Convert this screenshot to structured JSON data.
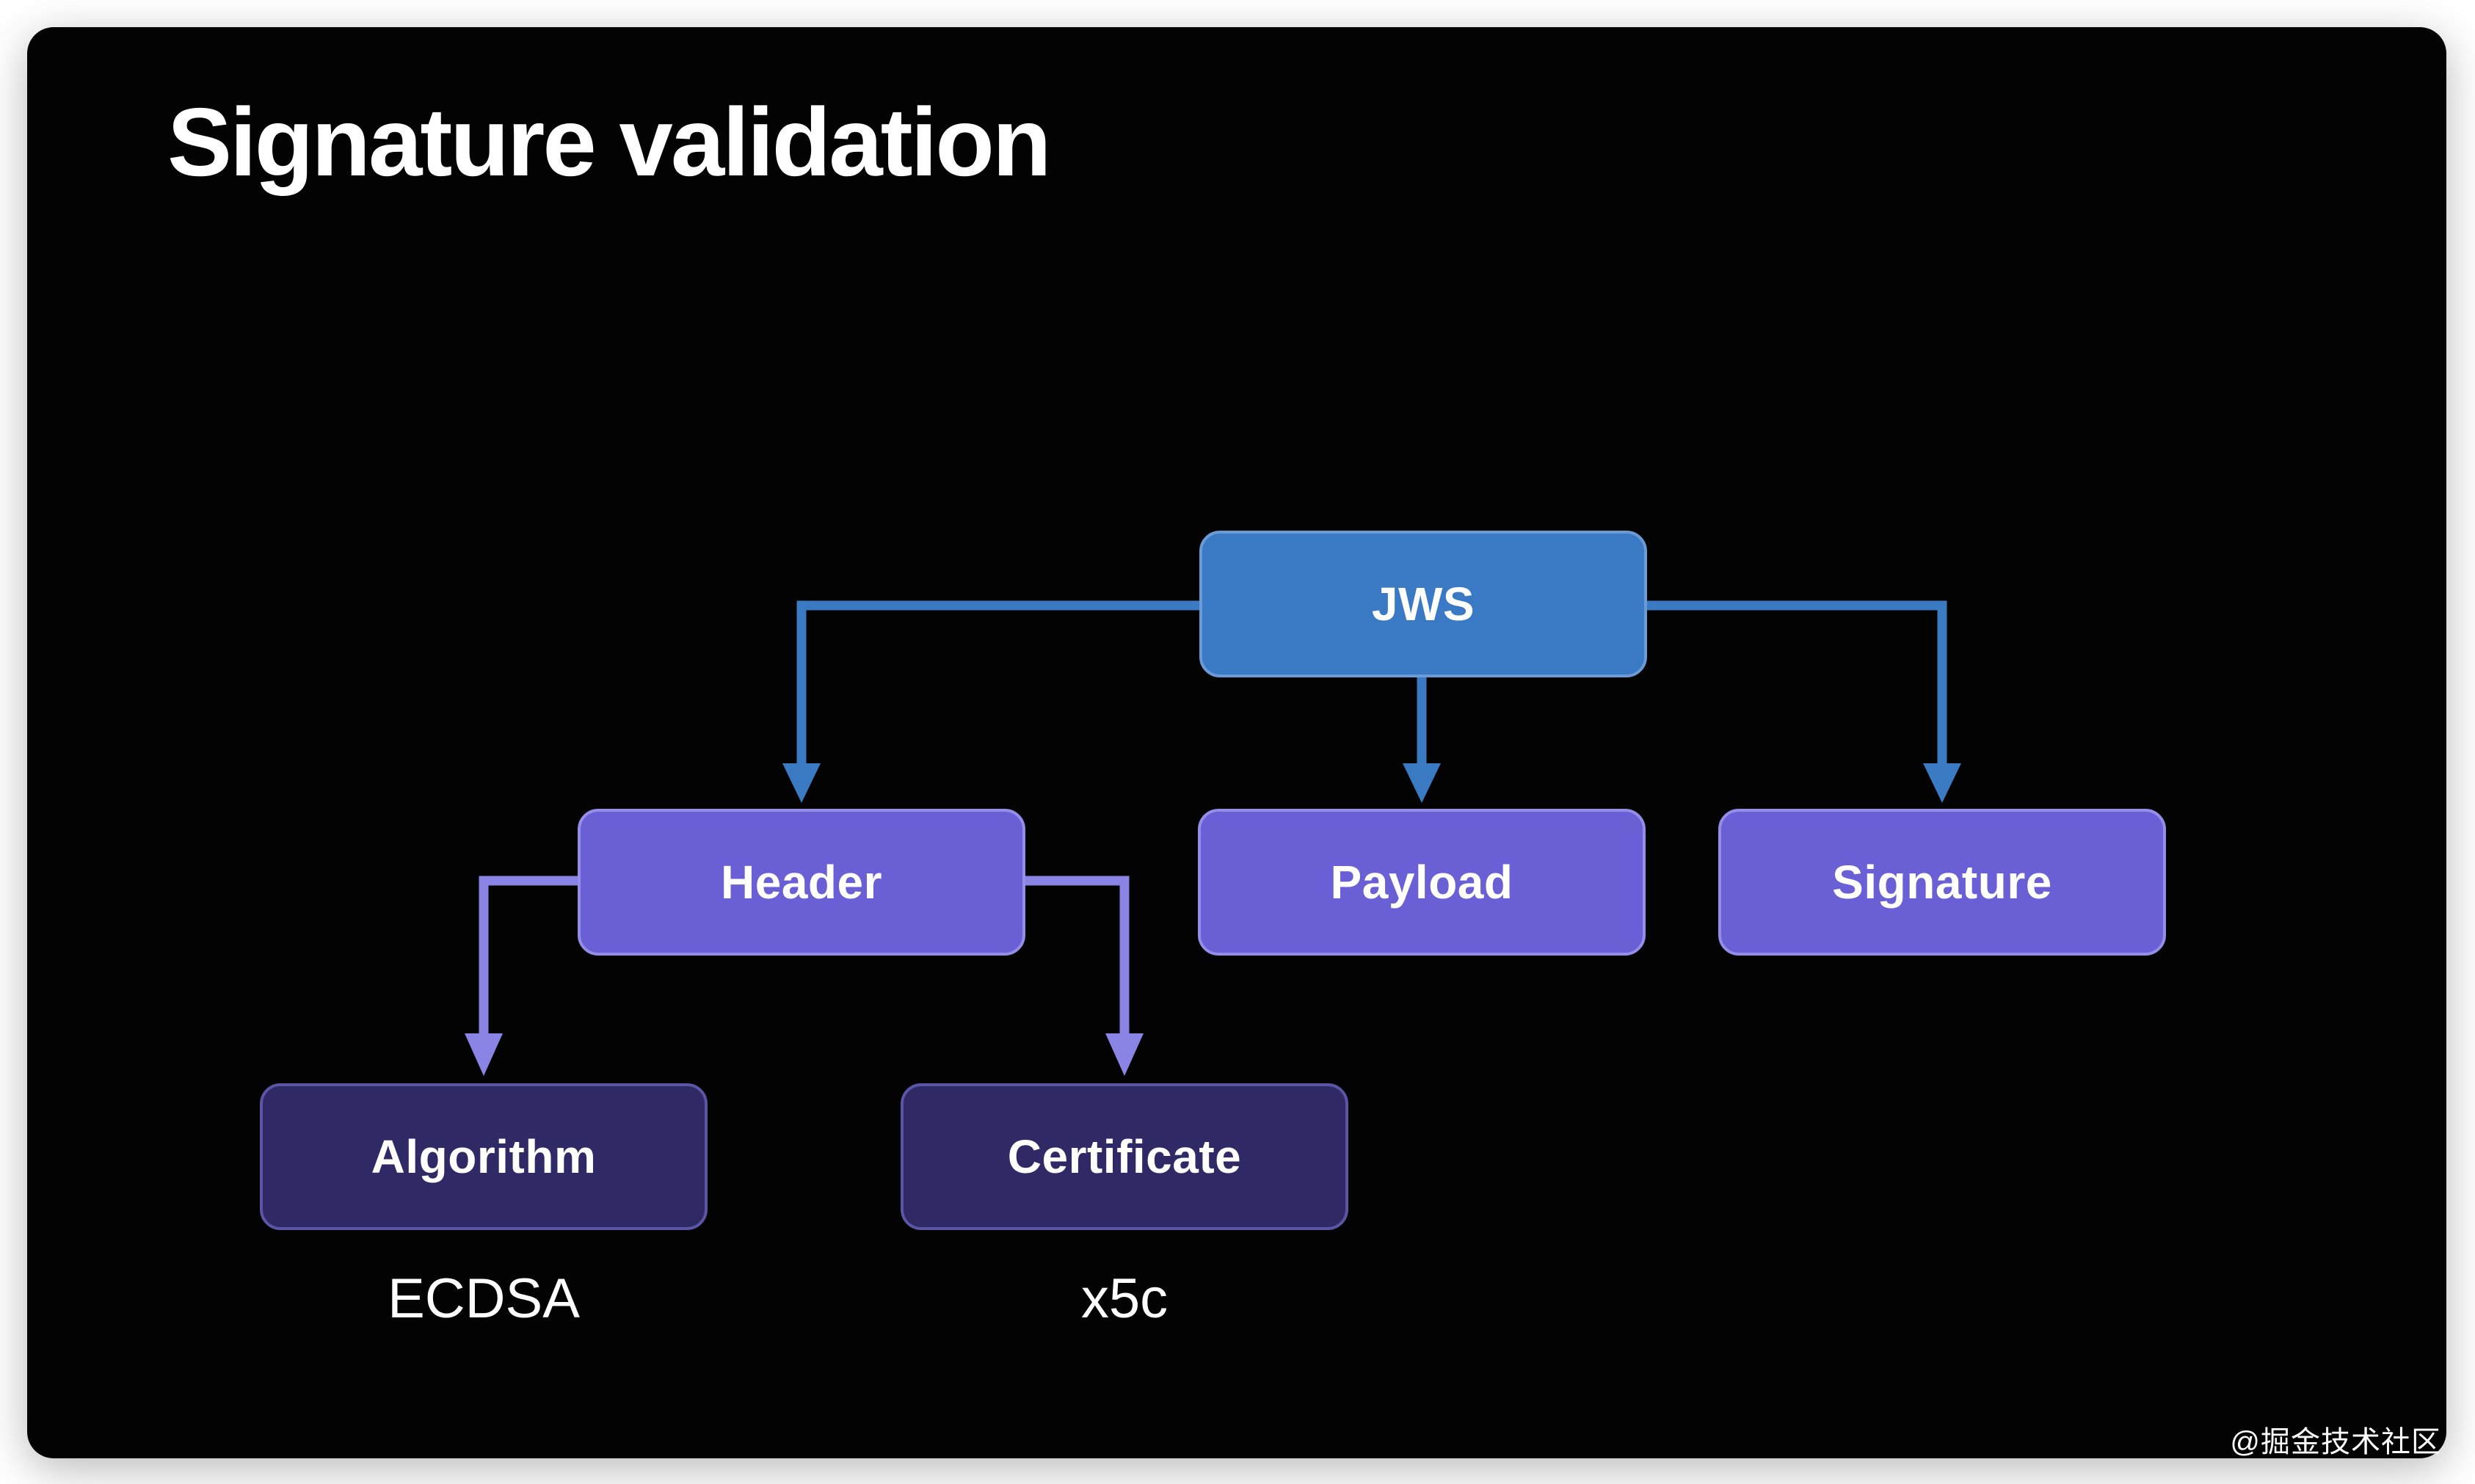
{
  "page": {
    "title": "Signature validation",
    "watermark": "@掘金技术社区"
  },
  "colors": {
    "page_bg": "#ffffff",
    "canvas_bg": "#030303",
    "root_fill": "#3a79c4",
    "root_border": "#6b9bd6",
    "mid_fill": "#6a5fd5",
    "mid_border": "#958ee8",
    "leaf_fill": "#2f2a66",
    "leaf_border": "#5b55a6",
    "connector_blue": "#3a7ac2",
    "connector_purple": "#8a84e4",
    "text": "#ffffff"
  },
  "diagram": {
    "nodes": [
      {
        "id": "jws",
        "label": "JWS",
        "level": "root"
      },
      {
        "id": "header",
        "label": "Header",
        "level": "mid",
        "parent": "jws"
      },
      {
        "id": "payload",
        "label": "Payload",
        "level": "mid",
        "parent": "jws"
      },
      {
        "id": "signature",
        "label": "Signature",
        "level": "mid",
        "parent": "jws"
      },
      {
        "id": "algorithm",
        "label": "Algorithm",
        "level": "leaf",
        "parent": "header"
      },
      {
        "id": "certificate",
        "label": "Certificate",
        "level": "leaf",
        "parent": "header"
      }
    ],
    "captions": [
      {
        "for": "algorithm",
        "text": "ECDSA"
      },
      {
        "for": "certificate",
        "text": "x5c"
      }
    ]
  }
}
